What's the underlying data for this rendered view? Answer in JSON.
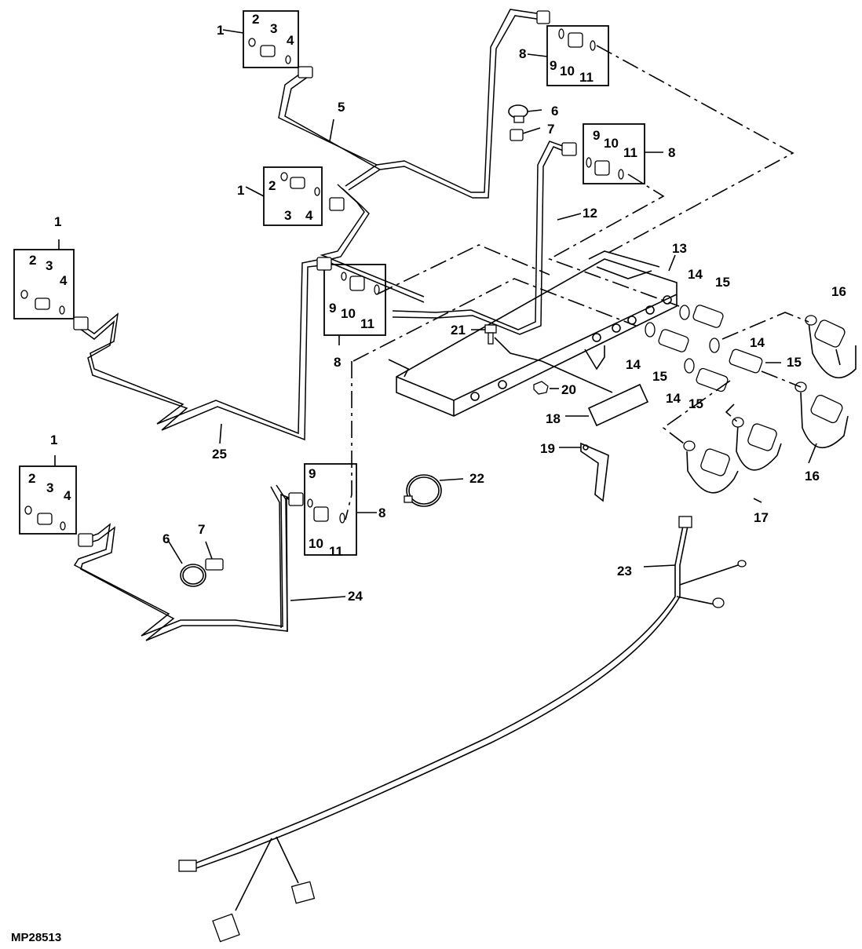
{
  "figure_code": "MP28513",
  "labels": {
    "l1a": "1",
    "l1b": "1",
    "l1c": "1",
    "l1d": "1",
    "l2a": "2",
    "l2b": "2",
    "l2c": "2",
    "l2d": "2",
    "l3a": "3",
    "l3b": "3",
    "l3c": "3",
    "l3d": "3",
    "l4a": "4",
    "l4b": "4",
    "l4c": "4",
    "l4d": "4",
    "l5": "5",
    "l6a": "6",
    "l6b": "6",
    "l7a": "7",
    "l7b": "7",
    "l8a": "8",
    "l8b": "8",
    "l8c": "8",
    "l8d": "8",
    "l9a": "9",
    "l9b": "9",
    "l9c": "9",
    "l9d": "9",
    "l10a": "10",
    "l10b": "10",
    "l10c": "10",
    "l10d": "10",
    "l11a": "11",
    "l11b": "11",
    "l11c": "11",
    "l11d": "11",
    "l12": "12",
    "l13": "13",
    "l14a": "14",
    "l14b": "14",
    "l14c": "14",
    "l14d": "14",
    "l15a": "15",
    "l15b": "15",
    "l15c": "15",
    "l15d": "15",
    "l16a": "16",
    "l16b": "16",
    "l17": "17",
    "l18": "18",
    "l19": "19",
    "l20": "20",
    "l21": "21",
    "l22": "22",
    "l23": "23",
    "l24": "24",
    "l25": "25"
  }
}
